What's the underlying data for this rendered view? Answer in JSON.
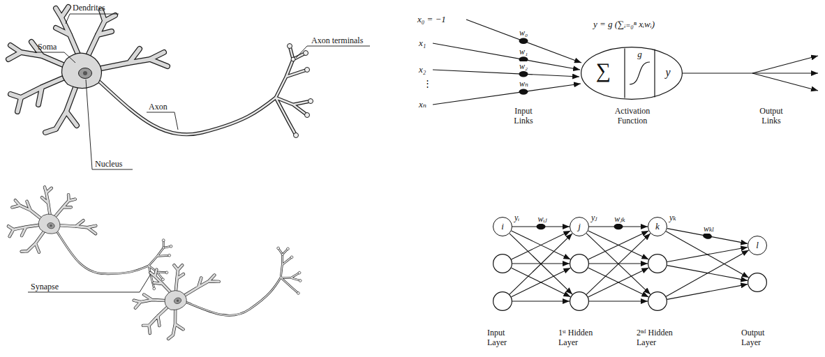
{
  "diagram": {
    "nodes": [
      {
        "text": [
          "∑",
          "g",
          "y"
        ]
      },
      {
        "text": [
          "i"
        ]
      },
      {
        "text": [
          "j"
        ]
      },
      {
        "text": [
          "k"
        ]
      },
      {
        "text": [
          "l"
        ]
      }
    ],
    "edges": [
      {
        "from": 1,
        "to": 2,
        "arrow": "to",
        "label": "wᵢⱼ"
      },
      {
        "from": 2,
        "to": 3,
        "arrow": "to",
        "label": "wⱼₖ"
      },
      {
        "from": 3,
        "to": 4,
        "arrow": "to",
        "label": "wₖₗ"
      }
    ],
    "labels": [
      "Dendrites",
      "Soma",
      "Axon terminals",
      "Axon",
      "Nucleus",
      "Synapse",
      "x₀ = −1",
      "x₁",
      "x₂",
      "⋮",
      "xₙ",
      "w₀",
      "w₁",
      "w₂",
      "wₙ",
      "y = g (∑ᵢ₌₀ⁿ xᵢwᵢ)",
      "Input Links",
      "Activation Function",
      "Output Links",
      "yᵢ",
      "yⱼ",
      "yₖ",
      "Input Layer",
      "1ˢᵗ Hidden Layer",
      "2ⁿᵈ Hidden Layer",
      "Output Layer"
    ]
  }
}
